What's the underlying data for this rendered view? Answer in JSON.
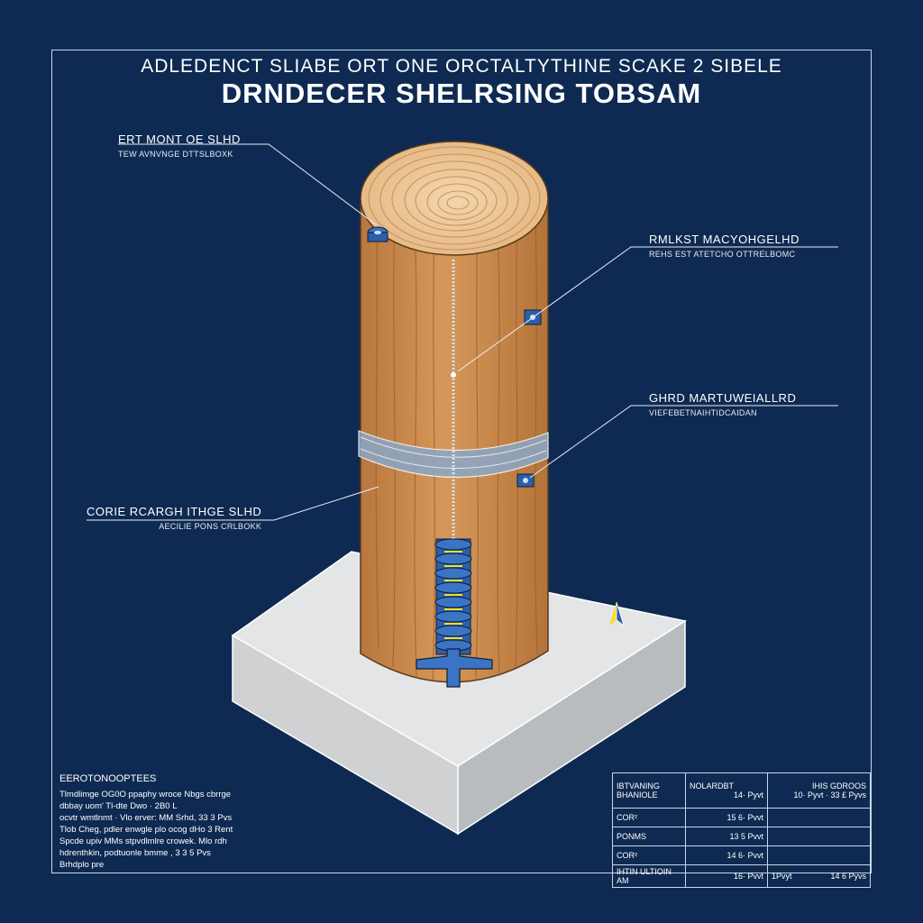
{
  "header": {
    "subtitle": "ADLEDENCT SLIABE ORT ONE ORCTALTYTHINE SCAKE 2 SIBELE",
    "title": "DRNDECER SHELRSING TOBSAM"
  },
  "callouts": [
    {
      "main": "ERT MONT OE SLHD",
      "sub": "TEW AVNVNGE DTTSLBOXK"
    },
    {
      "main": "RMLKST MACYOHGELHD",
      "sub": "REHS EST ATETCHO OTTRELBOMC"
    },
    {
      "main": "GHRD MARTUWEIALLRD",
      "sub": "VIEFEBETNAIHTIDCAIDAN"
    },
    {
      "main": "CORIE RCARGH ITHGE SLHD",
      "sub": "AECILIE PONS CRLBOKK"
    }
  ],
  "notes": {
    "heading": "EEROTONOOPTEES",
    "lines": [
      "Tlmdlimge OG0O ppaphy wroce Nbgs cbrrge",
      "dbbay uom' Tl-dte Dwo · 2B0 L",
      "ocvtr wmtlnmt · Vlo erver: MM Srhd, 33 3 Pvs",
      "Tlob Cheg, pdler enwgle plo ocog dHo 3 Rent",
      "Spcde upiv MMs stpvdlmlre crowek. Mlo rdh",
      "hdrenthkin, podtuonle bmme , 3 3 5 Pvs",
      "Brhdplo pre"
    ]
  },
  "spec_table": {
    "header": [
      "IBTVANING BHANIOLE",
      "NOLARDBT",
      "IHIS GDROOS"
    ],
    "header_sub": [
      "",
      "14· Pyvt",
      "10· Pyvt · 33 £ Pyvs"
    ],
    "rows": [
      [
        "COR²",
        "15 6· Pvvt",
        ""
      ],
      [
        "PONMS",
        "13 5 Pvvt",
        ""
      ],
      [
        "COR²",
        "14 6· Pvvt",
        ""
      ],
      [
        "IHTIN ULTIOIN AM",
        "16· Pvvt",
        "1Pvyt",
        "14 6 Pyvs"
      ]
    ]
  },
  "colors": {
    "background": "#0e2a52",
    "line": "#c9d6ea",
    "wood": "#c8884f",
    "wood_top": "#ecc99a",
    "concrete": "#e4e5e6",
    "spring": "#2d5fa8",
    "spring_accent": "#f2e02a"
  },
  "icons": [
    "north-arrow-icon",
    "bolt-icon"
  ]
}
